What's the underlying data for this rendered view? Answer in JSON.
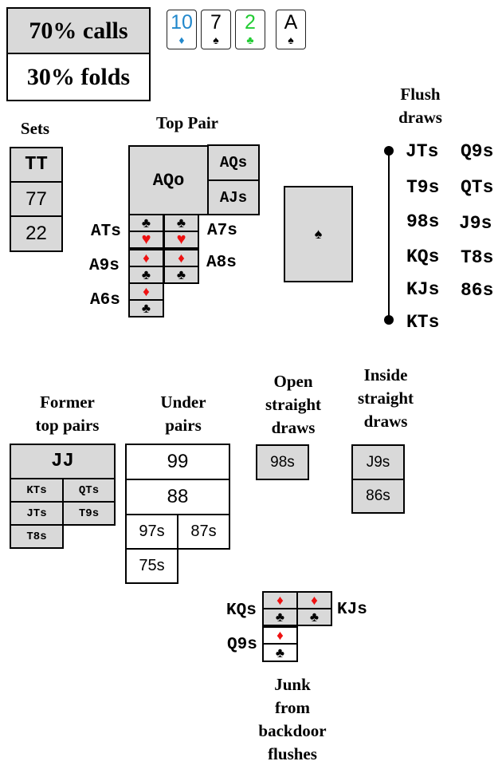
{
  "stats": {
    "calls": "70% calls",
    "folds": "30% folds"
  },
  "board": [
    {
      "rank": "10",
      "suit": "♦",
      "color": "#2288cc"
    },
    {
      "rank": "7",
      "suit": "♠",
      "color": "#000000"
    },
    {
      "rank": "2",
      "suit": "♣",
      "color": "#22cc33"
    },
    {
      "rank": "A",
      "suit": "♠",
      "color": "#000000"
    }
  ],
  "sets": {
    "title": "Sets",
    "hands": [
      "TT",
      "77",
      "22"
    ]
  },
  "top_pair": {
    "title": "Top Pair",
    "main": "AQo",
    "side": [
      "AQs",
      "AJs"
    ],
    "left_labels": [
      "ATs",
      "A9s",
      "A6s"
    ],
    "right_labels": [
      "A7s",
      "A8s"
    ],
    "suits": {
      "heart": "♥",
      "diamond": "♦",
      "club": "♣",
      "spade": "♠"
    }
  },
  "spade_card": "♠",
  "flush_draws": {
    "title_line1": "Flush",
    "title_line2": "draws",
    "col1": [
      "JTs",
      "T9s",
      "98s",
      "KQs",
      "KJs",
      "KTs"
    ],
    "col2": [
      "Q9s",
      "QTs",
      "J9s",
      "T8s",
      "86s"
    ]
  },
  "former_top_pairs": {
    "title_line1": "Former",
    "title_line2": "top pairs",
    "main": "JJ",
    "hands": [
      "KTs",
      "QTs",
      "JTs",
      "T9s",
      "T8s"
    ]
  },
  "under_pairs": {
    "title_line1": "Under",
    "title_line2": "pairs",
    "hands": [
      "99",
      "88",
      "97s",
      "87s",
      "75s"
    ]
  },
  "open_straight_draws": {
    "title_line1": "Open",
    "title_line2": "straight",
    "title_line3": "draws",
    "hands": [
      "98s"
    ]
  },
  "inside_straight_draws": {
    "title_line1": "Inside",
    "title_line2": "straight",
    "title_line3": "draws",
    "hands": [
      "J9s",
      "86s"
    ]
  },
  "junk": {
    "title_line1": "Junk",
    "title_line2": "from",
    "title_line3": "backdoor",
    "title_line4": "flushes",
    "labels": [
      "KQs",
      "KJs",
      "Q9s"
    ]
  }
}
